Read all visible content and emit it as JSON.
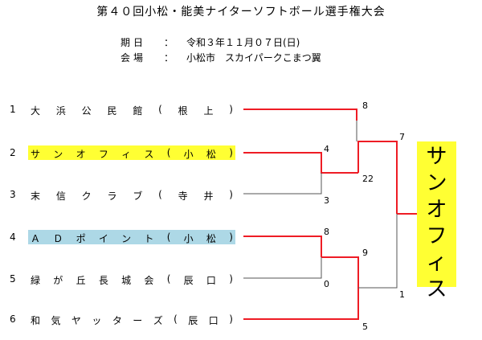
{
  "title": "第４０回小松・能美ナイターソフトボール選手権大会",
  "info": [
    {
      "key": "期日",
      "colon": "：",
      "value": "令和３年１１月０７日(日)"
    },
    {
      "key": "会場",
      "colon": "：",
      "value": "小松市　スカイパークこまつ翼"
    }
  ],
  "teams": [
    {
      "num": "1",
      "name": "大浜公民館(根上)",
      "highlight": "none"
    },
    {
      "num": "2",
      "name": "サンオフィス(小松)",
      "highlight": "#ffff33"
    },
    {
      "num": "3",
      "name": "末信クラブ(寺井)",
      "highlight": "none"
    },
    {
      "num": "4",
      "name": "ＡＤポイント(小松)",
      "highlight": "#add8e6"
    },
    {
      "num": "5",
      "name": "緑が丘長城会(辰口)",
      "highlight": "none"
    },
    {
      "num": "6",
      "name": "和気ヤッターズ(辰口)",
      "highlight": "none"
    }
  ],
  "scores": {
    "r1_team2": "4",
    "r1_team3": "3",
    "r1_team4": "8",
    "r1_team5": "0",
    "r2_team1": "8",
    "r2_winner23": "22",
    "r2_winner45": "9",
    "r2_team6": "5",
    "final_top": "7",
    "final_bottom": "1"
  },
  "champion": "サンオフィス",
  "colors": {
    "win_line": "#ee1c25",
    "lose_line": "#666666",
    "champion_bg": "#ffff33"
  }
}
